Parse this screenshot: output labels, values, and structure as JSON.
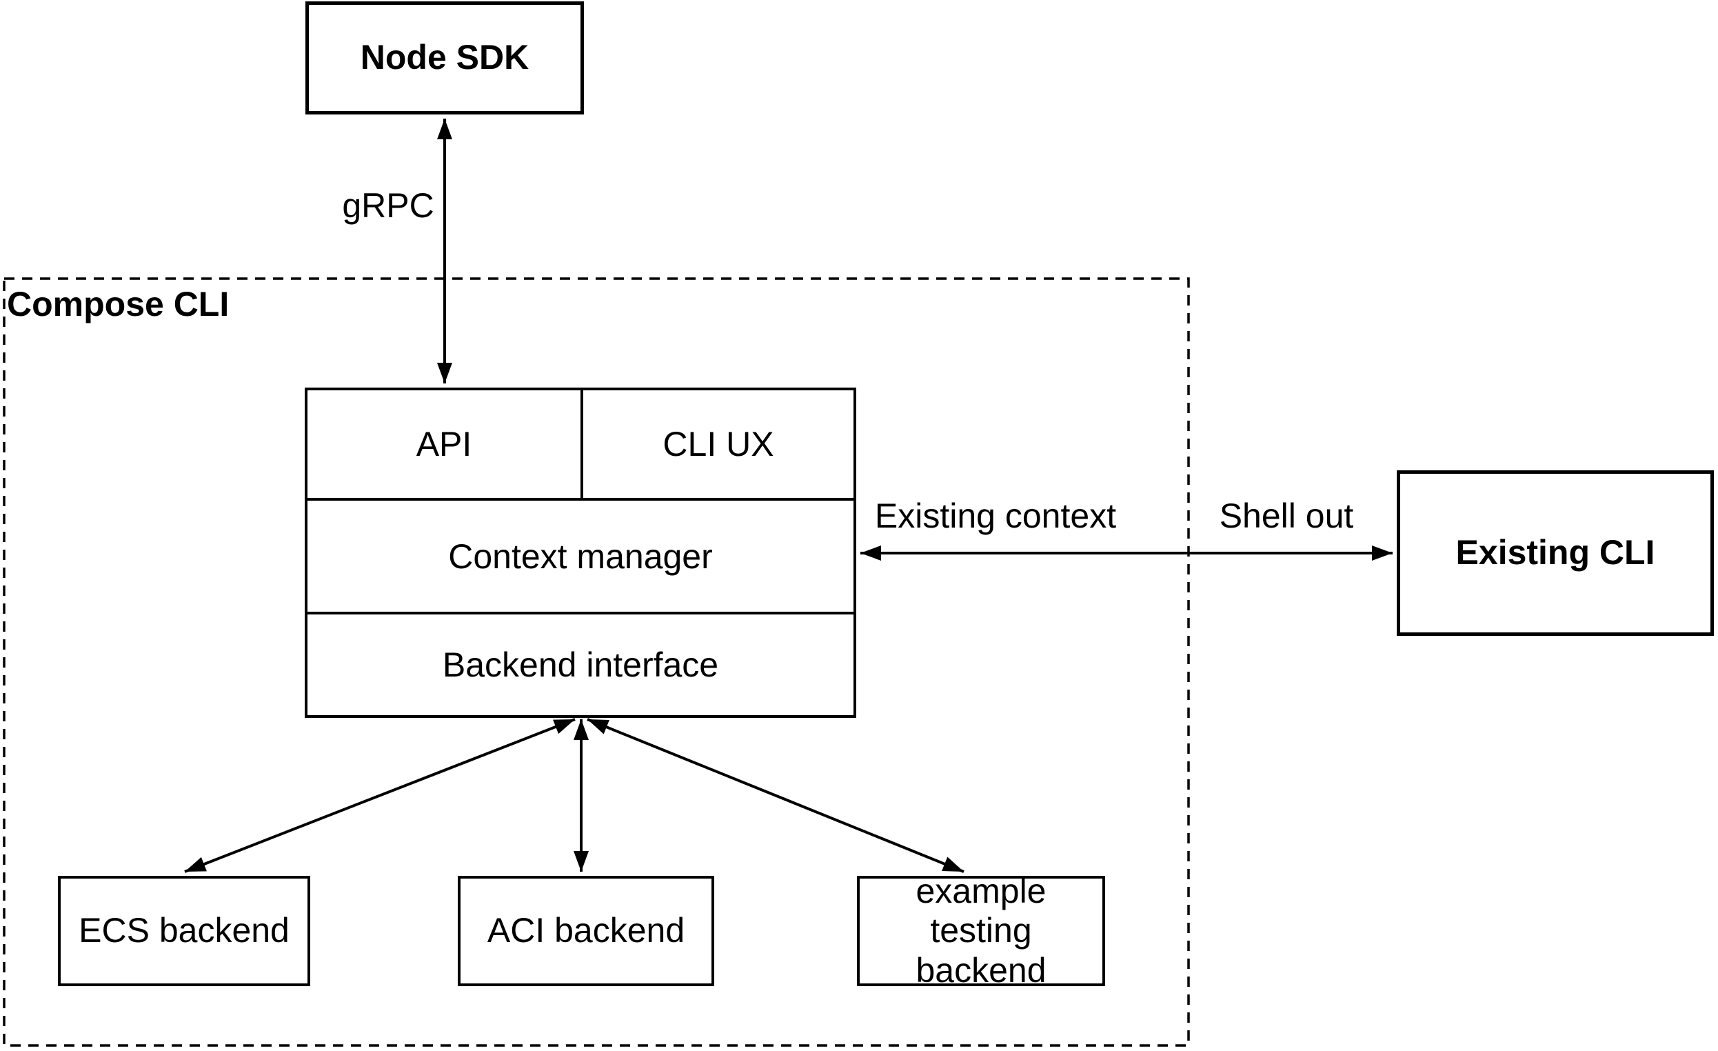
{
  "canvas": {
    "background": "#ffffff",
    "stroke": "#000000"
  },
  "containers": {
    "compose_cli": {
      "label": "Compose CLI"
    }
  },
  "nodes": {
    "node_sdk": {
      "label": "Node SDK"
    },
    "api": {
      "label": "API"
    },
    "cli_ux": {
      "label": "CLI UX"
    },
    "context_manager": {
      "label": "Context manager"
    },
    "backend_interface": {
      "label": "Backend interface"
    },
    "existing_cli": {
      "label": "Existing CLI"
    },
    "ecs_backend": {
      "label": "ECS backend"
    },
    "aci_backend": {
      "label": "ACI backend"
    },
    "example_testing_backend": {
      "label": "example testing backend"
    }
  },
  "edge_labels": {
    "grpc": {
      "label": "gRPC"
    },
    "existing_context": {
      "label": "Existing context"
    },
    "shell_out": {
      "label": "Shell out"
    }
  }
}
